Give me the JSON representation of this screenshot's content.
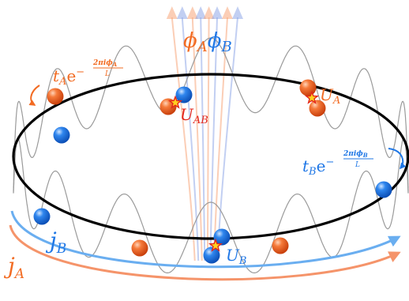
{
  "colors": {
    "species_A": "#f26b22",
    "species_B": "#1f77e6",
    "interaction_label": "#e3261b",
    "ring": "#000000",
    "lattice": "#9a9a9a",
    "flux_orange": "#f7a57a",
    "flux_blue": "#8fa8e8",
    "current_A_arrow": "#f5946a",
    "current_B_arrow": "#6aaef0"
  },
  "labels": {
    "flux": {
      "phi": "ϕ",
      "A": "A",
      "B": "B"
    },
    "hop_A": {
      "t": "t",
      "sub": "A",
      "base": "e",
      "exp_num": "2πiϕ",
      "exp_sub": "A",
      "exp_den": "L",
      "minus": "−"
    },
    "hop_B": {
      "t": "t",
      "sub": "B",
      "base": "e",
      "exp_num": "2πiϕ",
      "exp_sub": "B",
      "exp_den": "L",
      "minus": "−"
    },
    "U_A": {
      "U": "U",
      "sub": "A"
    },
    "U_B": {
      "U": "U",
      "sub": "B"
    },
    "U_AB": {
      "U": "U",
      "sub": "AB"
    },
    "j_A": {
      "j": "j",
      "sub": "A"
    },
    "j_B": {
      "j": "j",
      "sub": "B"
    }
  },
  "icons": {
    "particle_A": "orange-sphere-icon",
    "particle_B": "blue-sphere-icon",
    "interaction": "star-burst-icon",
    "hop_arrow": "curved-arrow-icon"
  }
}
